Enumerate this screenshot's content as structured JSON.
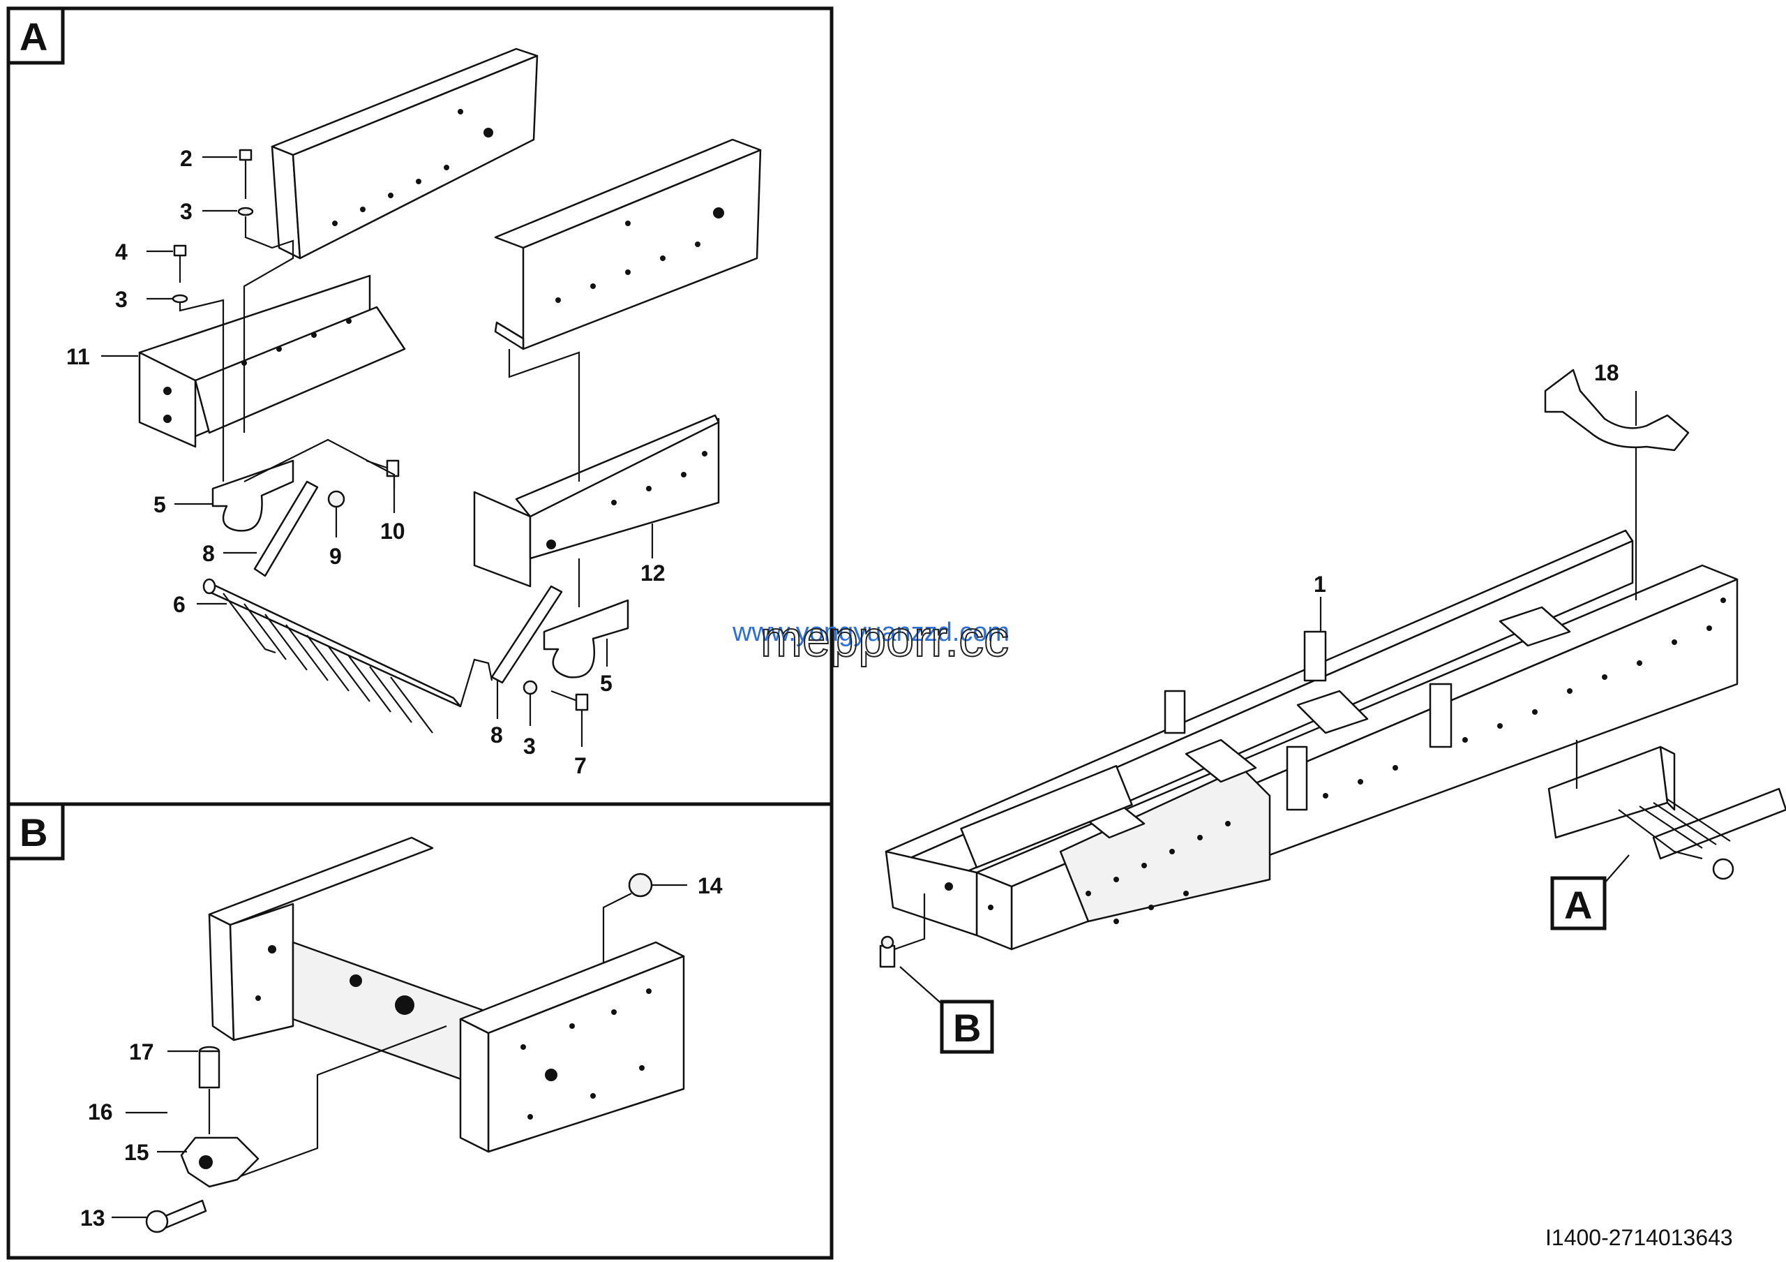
{
  "sections": [
    {
      "id": "A",
      "letter": "A"
    },
    {
      "id": "B",
      "letter": "B"
    }
  ],
  "callouts_a": {
    "c2": "2",
    "c3a": "3",
    "c4": "4",
    "c3b": "3",
    "c11": "11",
    "c5a": "5",
    "c10": "10",
    "c8a": "8",
    "c9": "9",
    "c6": "6",
    "c12": "12",
    "c5b": "5",
    "c8b": "8",
    "c3c": "3",
    "c7": "7"
  },
  "callouts_b": {
    "c14": "14",
    "c17": "17",
    "c16": "16",
    "c15": "15",
    "c13": "13"
  },
  "callouts_main": {
    "c1": "1",
    "c18": "18",
    "ref_a": "A",
    "ref_b": "B"
  },
  "document_id": "I1400-2714013643",
  "watermark": {
    "line1": "www.yongyuanzzd.com",
    "line2": "mepporr.cc"
  }
}
